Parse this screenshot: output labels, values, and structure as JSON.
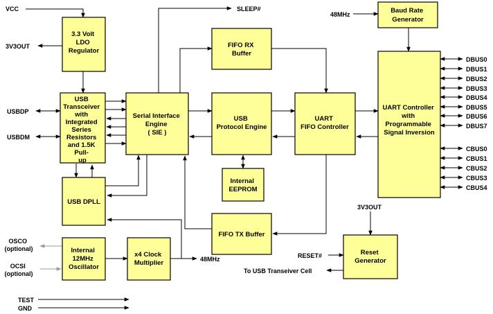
{
  "blocks": {
    "ldo": [
      "3.3 Volt",
      "LDO",
      "Regulator"
    ],
    "usb_transceiver": [
      "USB",
      "Transceiver",
      "with",
      "Integrated",
      "Series",
      "Resistors",
      "and 1.5K",
      "Pull-",
      "up"
    ],
    "sie": [
      "Serial Interface",
      "Engine",
      "( SIE )"
    ],
    "fifo_rx": [
      "FIFO RX",
      "Buffer"
    ],
    "usb_protocol": [
      "USB",
      "Protocol Engine"
    ],
    "uart_fifo": [
      "UART",
      "FIFO Controller"
    ],
    "uart_controller": [
      "UART Controller",
      "with",
      "Programmable",
      "Signal Inversion"
    ],
    "baud_rate": [
      "Baud Rate",
      "Generator"
    ],
    "eeprom": [
      "Internal",
      "EEPROM"
    ],
    "usb_dpll": [
      "USB DPLL"
    ],
    "fifo_tx": [
      "FIFO TX Buffer"
    ],
    "oscillator": [
      "Internal",
      "12MHz",
      "Oscillator"
    ],
    "clock_mult": [
      "x4 Clock",
      "Multiplier"
    ],
    "reset_gen": [
      "Reset",
      "Generator"
    ]
  },
  "signals": {
    "vcc": "VCC",
    "v3v3out_left": "3V3OUT",
    "usbdp": "USBDP",
    "usbdm": "USBDM",
    "sleep": "SLEEP#",
    "mhz48_top": "48MHz",
    "mhz48_bottom": "48MHz",
    "v3v3out_right": "3V3OUT",
    "reset": "RESET#",
    "to_usb": "To USB Transeiver Cell",
    "osco": [
      "OSCO",
      "(optional)"
    ],
    "osci": [
      "OCSI",
      "(optional)"
    ],
    "test": "TEST",
    "gnd": "GND",
    "dbus": [
      "DBUS0",
      "DBUS1",
      "DBUS2",
      "DBUS3",
      "DBUS4",
      "DBUS5",
      "DBUS6",
      "DBUS7"
    ],
    "cbus": [
      "CBUS0",
      "CBUS1",
      "CBUS2",
      "CBUS3",
      "CBUS4"
    ]
  }
}
